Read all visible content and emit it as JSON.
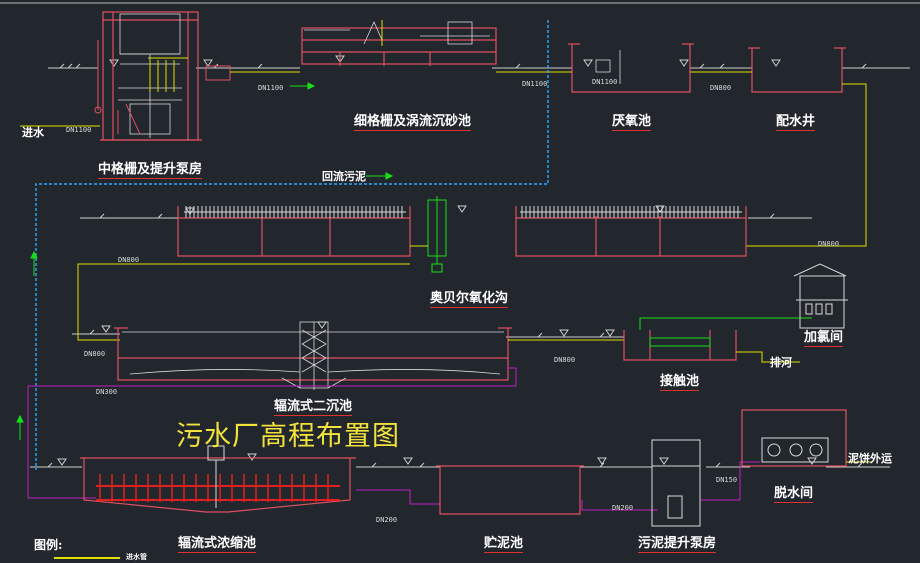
{
  "title": "污水厂高程布置图",
  "units": {
    "bar_screen_pump": "中格栅及提升泵房",
    "fine_screen_grit": "细格栅及涡流沉砂池",
    "anaerobic": "厌氧池",
    "distribution_well": "配水井",
    "orbal": "奥贝尔氧化沟",
    "chlorination_room": "加氯间",
    "secondary_clarifier": "辐流式二沉池",
    "contact_tank": "接触池",
    "thickener": "辐流式浓缩池",
    "sludge_storage": "贮泥池",
    "sludge_pump": "污泥提升泵房",
    "dewatering": "脱水间"
  },
  "flows": {
    "inflow": "进水",
    "return_sludge": "回流污泥",
    "discharge": "排河",
    "cake_out": "泥饼外运"
  },
  "legend": {
    "heading": "图例:",
    "item": "进水管"
  },
  "pipes": {
    "p1": "DN1100",
    "p2": "DN1100",
    "p3": "DN1100",
    "p4": "DN1100",
    "p5": "DN800",
    "p6": "DN800",
    "p7": "DN800",
    "p8": "DN800",
    "p9": "DN800",
    "p10": "DN300",
    "p11": "DN200",
    "p12": "DN200",
    "p13": "DN150"
  },
  "colors": {
    "background": "#22262d",
    "water_line": "#e0e000",
    "sludge_line": "#c020c0",
    "return_line": "#2aa8ff",
    "structure": "#e05060",
    "equipment": "#d8d8d8",
    "title": "#f2e23c"
  }
}
